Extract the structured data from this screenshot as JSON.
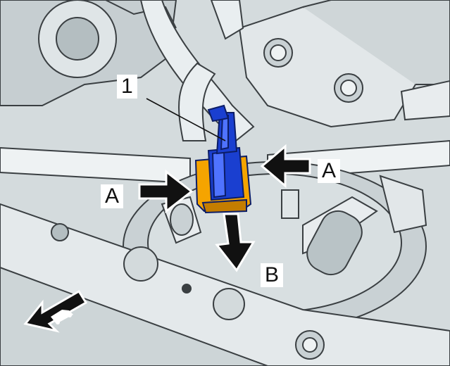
{
  "callouts": {
    "part_number": "1",
    "arrow_a_left": "A",
    "arrow_a_right": "A",
    "arrow_b": "B"
  },
  "colors": {
    "background_metal": "#d4dbdd",
    "shadow_metal": "#b4bec1",
    "highlight_metal": "#eef2f3",
    "outline": "#3a3f42",
    "connector_body": "#1a3fd0",
    "connector_highlight": "#4f73ff",
    "lock_tab": "#f5a400",
    "lock_tab_dark": "#c47d00",
    "arrow_fill": "#111111",
    "arrow_outline": "#ffffff"
  },
  "icons": {
    "front_direction": "car-forward-direction-icon"
  }
}
